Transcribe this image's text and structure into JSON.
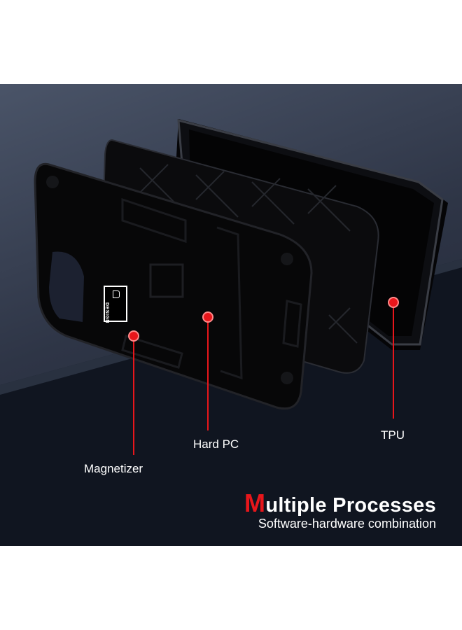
{
  "labels": {
    "magnetizer": "Magnetizer",
    "hard_pc": "Hard PC",
    "tpu": "TPU"
  },
  "headline": {
    "first_letter": "M",
    "rest": "ultiple Processes",
    "subtitle": "Software-hardware combination"
  },
  "brand_logo_text": "DESIGN",
  "colors": {
    "accent": "#e8161b",
    "background": "#2e3546",
    "text": "#ffffff"
  }
}
